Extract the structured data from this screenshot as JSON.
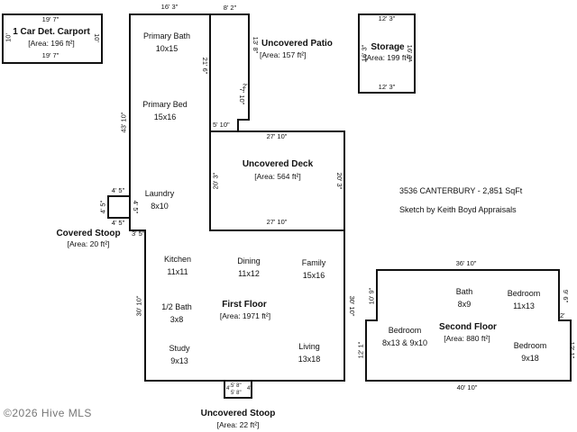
{
  "carport": {
    "title": "1 Car Det. Carport",
    "area": "[Area: 196 ft²]",
    "dim_top": "19' 7\"",
    "dim_bottom": "19' 7\"",
    "dim_left": "10'",
    "dim_right": "10'"
  },
  "storage": {
    "title": "Storage",
    "area": "[Area: 199 ft²]",
    "dim_top": "12' 3\"",
    "dim_bottom": "12' 3\"",
    "dim_left": "16' 3\"",
    "dim_right": "16' 3\""
  },
  "patio": {
    "title": "Uncovered Patio",
    "area": "[Area: 157 ft²]",
    "dim_top": "8' 2\"",
    "dim_right": "13' 8\"",
    "dim_left": "21' 6\"",
    "dim_inner": "7' 10\"",
    "dim_small": "2'",
    "dim_bottom": "5' 10\""
  },
  "deck": {
    "title": "Uncovered Deck",
    "area": "[Area: 564 ft²]",
    "dim_top": "27' 10\"",
    "dim_bottom": "27' 10\"",
    "dim_left": "20' 3\"",
    "dim_right": "20' 3\""
  },
  "first_floor": {
    "title": "First Floor",
    "area": "[Area: 1971 ft²]",
    "dim_top": "16' 3\"",
    "dim_left_upper": "43' 10\"",
    "dim_left_lower": "30' 10\"",
    "dim_right": "30' 10\"",
    "dim_small": "3' 5\"",
    "rooms": [
      {
        "name": "Primary Bath",
        "size": "10x15"
      },
      {
        "name": "Primary Bed",
        "size": "15x16"
      },
      {
        "name": "Laundry",
        "size": "8x10"
      },
      {
        "name": "Kitchen",
        "size": "11x11"
      },
      {
        "name": "Dining",
        "size": "11x12"
      },
      {
        "name": "Family",
        "size": "15x16"
      },
      {
        "name": "1/2 Bath",
        "size": "3x8"
      },
      {
        "name": "Study",
        "size": "9x13"
      },
      {
        "name": "Living",
        "size": "13x18"
      }
    ]
  },
  "covered_stoop": {
    "title": "Covered Stoop",
    "area": "[Area: 20 ft²]",
    "dim_top": "4' 5\"",
    "dim_bottom": "4' 5\"",
    "dim_left": "4' 5\"",
    "dim_right": "4' 5\""
  },
  "uncovered_stoop": {
    "title": "Uncovered Stoop",
    "area": "[Area: 22 ft²]",
    "dim_a": "5' 8\"",
    "dim_b": "5' 8\"",
    "dim_c": "4'",
    "dim_d": "4'"
  },
  "second_floor": {
    "title": "Second Floor",
    "area": "[Area: 880 ft²]",
    "dim_top": "36' 10\"",
    "dim_bottom": "40' 10\"",
    "dim_left_upper": "10' 9\"",
    "dim_right_upper": "9' 6\"",
    "dim_left_lower": "12' 1\"",
    "dim_right_lower": "12' 1\"",
    "dim_notch": "2'",
    "rooms": [
      {
        "name": "Bath",
        "size": "8x9"
      },
      {
        "name": "Bedroom",
        "size": "11x13"
      },
      {
        "name": "Bedroom",
        "size": "8x13 & 9x10"
      },
      {
        "name": "Bedroom",
        "size": "9x18"
      }
    ]
  },
  "info": {
    "address": "3536 CANTERBURY - 2,851 SqFt",
    "credit": "Sketch by Keith Boyd Appraisals"
  },
  "copyright": "©2026 Hive MLS"
}
